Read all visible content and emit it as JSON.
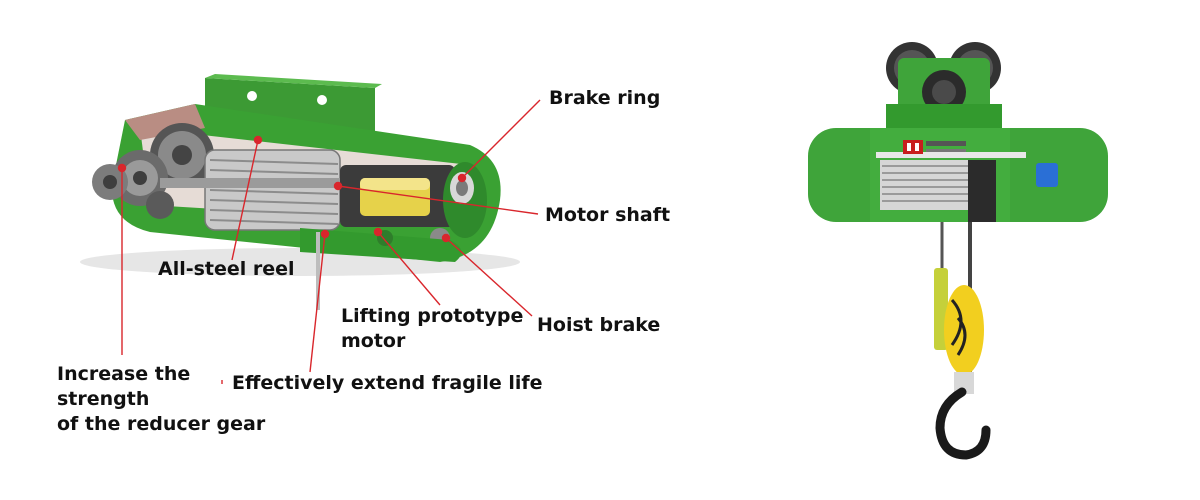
{
  "callouts": {
    "brake_ring": "Brake ring",
    "motor_shaft": "Motor shaft",
    "hoist_brake": "Hoist brake",
    "all_steel_reel": "All-steel reel",
    "lifting_motor": "Lifting prototype\nmotor",
    "fragile_life": "Effectively extend fragile life",
    "reducer_gear": "Increase the\nstrength\nof the reducer gear"
  },
  "colors": {
    "leader_line": "#d9262c",
    "hoist_green": "#3fa43a",
    "hoist_green_dark": "#2a7a2a",
    "hook_yellow": "#f2cf1f",
    "steel": "#c8c8c8",
    "motor_yellow": "#e8d64a",
    "gear_dark": "#333333",
    "logo_red": "#c81e1e",
    "junction_blue": "#2a6fd6"
  },
  "logo_icon": "brand-logo-icon"
}
